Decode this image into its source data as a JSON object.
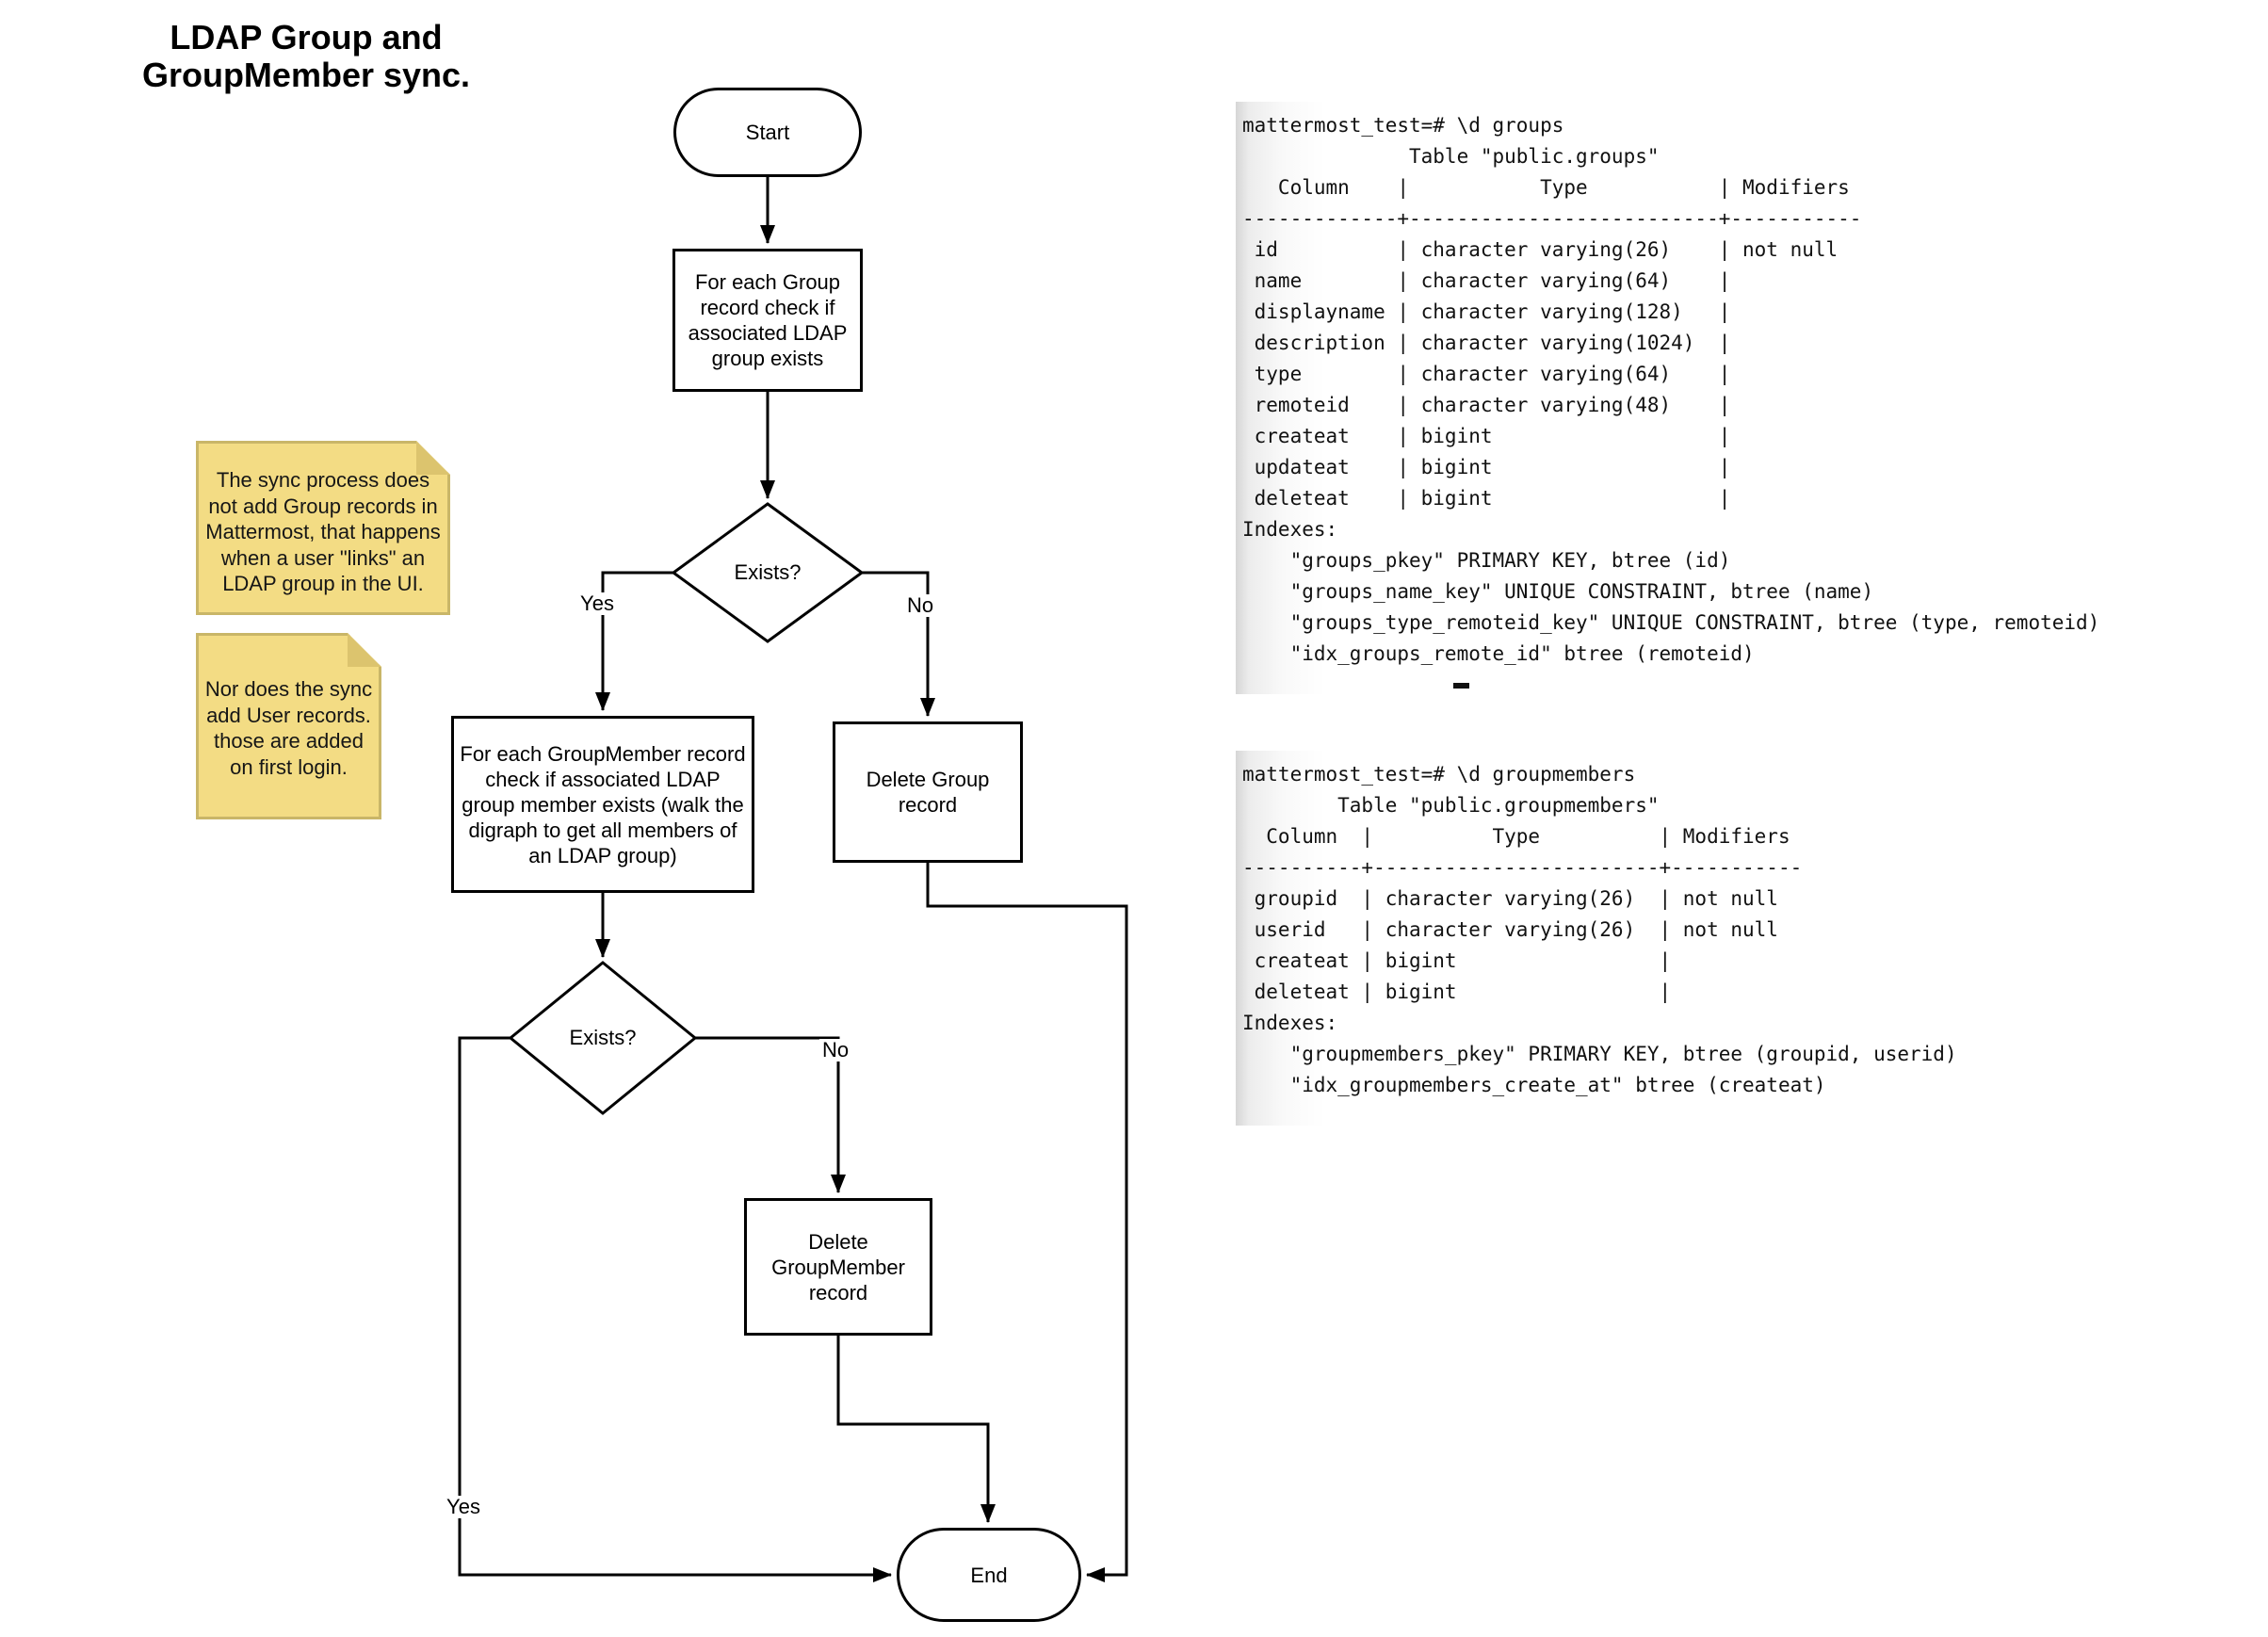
{
  "title": {
    "lines": [
      "LDAP Group and",
      "GroupMember sync."
    ]
  },
  "flowchart": {
    "start_label": "Start",
    "end_label": "End",
    "box_group_check": {
      "lines": [
        "For each Group",
        "record check if",
        "associated LDAP",
        "group exists"
      ]
    },
    "decision_group_exists": "Exists?",
    "box_groupmember_check": {
      "lines": [
        "For each GroupMember record",
        "check if associated LDAP",
        "group member exists (walk the",
        "digraph to get all members of",
        "an LDAP group)"
      ]
    },
    "box_delete_group": {
      "lines": [
        "Delete Group",
        "record"
      ]
    },
    "decision_groupmember_exists": "Exists?",
    "box_delete_groupmember": {
      "lines": [
        "Delete",
        "GroupMember",
        "record"
      ]
    },
    "labels": {
      "yes_group": "Yes",
      "no_group": "No",
      "yes_groupmember": "Yes",
      "no_groupmember": "No"
    }
  },
  "notes": [
    {
      "lines": [
        "The sync process does",
        "not add Group records in",
        "Mattermost, that happens",
        "when a user \"links\" an",
        "LDAP group in the UI."
      ]
    },
    {
      "lines": [
        "Nor does the sync",
        "add User records.",
        "those are added",
        "on first login."
      ]
    }
  ],
  "terminals": [
    {
      "lines": [
        "mattermost_test=# \\d groups",
        "              Table \"public.groups\"",
        "   Column    |           Type           | Modifiers",
        "-------------+--------------------------+-----------",
        " id          | character varying(26)    | not null",
        " name        | character varying(64)    |",
        " displayname | character varying(128)   |",
        " description | character varying(1024)  |",
        " type        | character varying(64)    |",
        " remoteid    | character varying(48)    |",
        " createat    | bigint                   |",
        " updateat    | bigint                   |",
        " deleteat    | bigint                   |",
        "Indexes:",
        "    \"groups_pkey\" PRIMARY KEY, btree (id)",
        "    \"groups_name_key\" UNIQUE CONSTRAINT, btree (name)",
        "    \"groups_type_remoteid_key\" UNIQUE CONSTRAINT, btree (type, remoteid)",
        "    \"idx_groups_remote_id\" btree (remoteid)"
      ]
    },
    {
      "lines": [
        "mattermost_test=# \\d groupmembers",
        "        Table \"public.groupmembers\"",
        "  Column  |          Type          | Modifiers",
        "----------+------------------------+-----------",
        " groupid  | character varying(26)  | not null",
        " userid   | character varying(26)  | not null",
        " createat | bigint                 |",
        " deleteat | bigint                 |",
        "Indexes:",
        "    \"groupmembers_pkey\" PRIMARY KEY, btree (groupid, userid)",
        "    \"idx_groupmembers_create_at\" btree (createat)"
      ]
    }
  ],
  "colors": {
    "line": "#000000",
    "note_fill": "#F3DC84",
    "note_border": "#C9B668",
    "note_fold": "#DCC46E",
    "terminal_edge_gray": "#d6d6d6"
  }
}
